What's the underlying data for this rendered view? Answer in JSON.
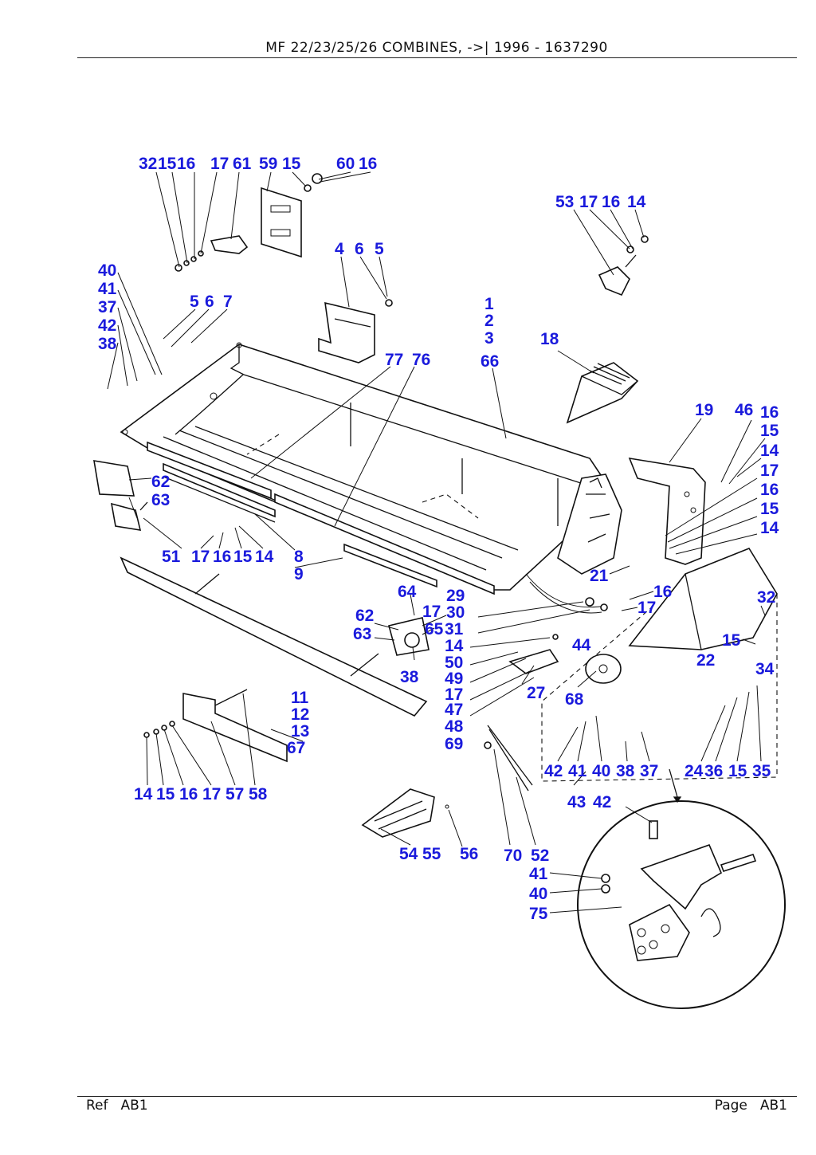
{
  "header": {
    "title": "MF 22/23/25/26 COMBINES, ->| 1996 - 1637290"
  },
  "footer": {
    "ref_label": "Ref",
    "ref_value": "AB1",
    "page_label": "Page",
    "page_value": "AB1"
  },
  "diagram": {
    "label_color": "#1a1adc",
    "callouts": [
      "32",
      "15",
      "16",
      "17",
      "61",
      "59",
      "15",
      "60",
      "16",
      "53",
      "17",
      "16",
      "14",
      "4",
      "6",
      "5",
      "40",
      "41",
      "37",
      "42",
      "38",
      "5",
      "6",
      "7",
      "1",
      "2",
      "3",
      "66",
      "18",
      "77",
      "76",
      "19",
      "46",
      "16",
      "15",
      "14",
      "17",
      "16",
      "15",
      "14",
      "62",
      "63",
      "51",
      "17",
      "16",
      "15",
      "14",
      "8",
      "9",
      "21",
      "16",
      "17",
      "64",
      "29",
      "17",
      "30",
      "62",
      "65",
      "31",
      "63",
      "14",
      "50",
      "49",
      "17",
      "47",
      "48",
      "69",
      "38",
      "27",
      "68",
      "44",
      "32",
      "15",
      "22",
      "34",
      "11",
      "12",
      "13",
      "67",
      "42",
      "41",
      "40",
      "38",
      "37",
      "24",
      "36",
      "15",
      "35",
      "43",
      "42",
      "14",
      "15",
      "16",
      "17",
      "57",
      "58",
      "54",
      "55",
      "56",
      "70",
      "52",
      "41",
      "40",
      "75"
    ]
  }
}
